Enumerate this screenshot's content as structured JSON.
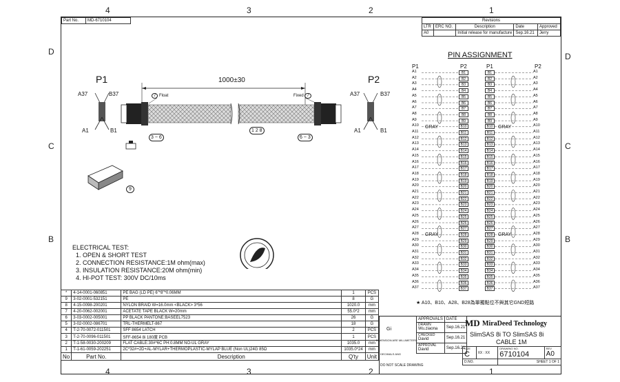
{
  "zones": {
    "top": [
      "4",
      "3",
      "2",
      "1"
    ],
    "bottom": [
      "4",
      "3",
      "2",
      "1"
    ],
    "left": [
      "D",
      "C",
      "B"
    ],
    "right": [
      "D",
      "C",
      "B"
    ]
  },
  "part_header": {
    "label": "Part No.",
    "value": "MD-6710104"
  },
  "revisions": {
    "title": "Revisions",
    "headers": [
      "LTR",
      "ERC NO.",
      "Description",
      "Date",
      "Approved"
    ],
    "row": [
      "A0",
      "",
      "Initial release for manufacture",
      "Sep.16.21",
      "Jerry"
    ]
  },
  "pin_assignment": {
    "title": "PIN ASSIGNMENT",
    "col_headers": [
      "P1",
      "P2",
      "P1",
      "P2"
    ],
    "left_p1": [
      "A1",
      "A2",
      "A3",
      "A4",
      "A5",
      "A6",
      "A7",
      "A8",
      "A9",
      "A10",
      "A11",
      "A12",
      "A13",
      "A14",
      "A15",
      "A16",
      "A17",
      "A18",
      "A19",
      "A20",
      "A21",
      "A22",
      "A23",
      "A24",
      "A25",
      "A26",
      "A27",
      "A28",
      "A29",
      "A30",
      "A31",
      "A32",
      "A33",
      "A34",
      "A35",
      "A36",
      "A37"
    ],
    "left_p2": [
      "B1",
      "B2",
      "B3",
      "B4",
      "B5",
      "B6",
      "B7",
      "B8",
      "B9",
      "B10",
      "B11",
      "B12",
      "B13",
      "B14",
      "B15",
      "B16",
      "B17",
      "B18",
      "B19",
      "B20",
      "B21",
      "B22",
      "B23",
      "B24",
      "B25",
      "B26",
      "B27",
      "B28",
      "B29",
      "B30",
      "B31",
      "B32",
      "B33",
      "B34",
      "B35",
      "B36",
      "B37"
    ],
    "right_p1": [
      "B1",
      "B2",
      "B3",
      "B4",
      "B5",
      "B6",
      "B7",
      "B8",
      "B9",
      "B10",
      "B11",
      "B12",
      "B13",
      "B14",
      "B15",
      "B16",
      "B17",
      "B18",
      "B19",
      "B20",
      "B21",
      "B22",
      "B23",
      "B24",
      "B25",
      "B26",
      "B27",
      "B28",
      "B29",
      "B30",
      "B31",
      "B32",
      "B33",
      "B34",
      "B35",
      "B36",
      "B37"
    ],
    "right_p2": [
      "A1",
      "A2",
      "A3",
      "A4",
      "A5",
      "A6",
      "A7",
      "A8",
      "A9",
      "A10",
      "A11",
      "A12",
      "A13",
      "A14",
      "A15",
      "A16",
      "A17",
      "A18",
      "A19",
      "A20",
      "A21",
      "A22",
      "A23",
      "A24",
      "A25",
      "A26",
      "A27",
      "A28",
      "A29",
      "A30",
      "A31",
      "A32",
      "A33",
      "A34",
      "A35",
      "A36",
      "A37"
    ],
    "gray_labels": [
      "GRAY",
      "GRAY",
      "GRAY",
      "GRAY"
    ],
    "note": "★ A10、B10、A28、B28為單獨點位不與其它GND短路"
  },
  "drawing": {
    "p1_label": "P1",
    "p2_label": "P2",
    "p1_top_left": "A37",
    "p1_top_right": "B37",
    "p1_bot_left": "A1",
    "p1_bot_right": "B1",
    "p2_top_left": "A37",
    "p2_top_right": "B37",
    "p2_bot_left": "A1",
    "p2_bot_right": "B1",
    "length": "1000±30",
    "callout_float": "Float",
    "callout_fixed": "Fixed",
    "balloon_7a": "7",
    "balloon_7b": "7",
    "balloon_36a": "3 ~ 6",
    "balloon_63": "6 ~ 3",
    "balloon_128": "1 2 8",
    "balloon_9": "9"
  },
  "electrical_test": {
    "title": "ELECTRICAL TEST:",
    "items": [
      "1. OPEN & SHORT TEST",
      "2. CONNECTION RESISTANCE:1M ohm(max)",
      "3. INSULATION RESISTANCE:20M ohm(min)",
      "4. HI-POT TEST: 300V DC/10ms"
    ]
  },
  "bom": {
    "headers": [
      "No",
      "Part No.",
      "Description",
      "Q'ty",
      "Unit"
    ],
    "rows": [
      [
        "*",
        "4-14-0001-060851",
        "PE BAG (LD PE) 6\"*8\"*0.06MM",
        "1",
        "PCS"
      ],
      [
        "9",
        "3-02-0001-532151",
        "PE",
        "8",
        "G"
      ],
      [
        "8",
        "4-15-0098-200201",
        "NYLON BRAID W=16.0mm <BLACK> 3*56",
        "1020.0",
        "mm"
      ],
      [
        "7",
        "4-20-0062-002001",
        "ACETATE TAPE BLACK W=20mm",
        "55.0*2",
        "mm"
      ],
      [
        "6",
        "3-03-0002-005001",
        "PP BLACK PANTONE:BASEEL7523",
        "26",
        "G"
      ],
      [
        "5",
        "3-02-0002-086701",
        "TRL-THERMELT-867",
        "18",
        "G"
      ],
      [
        "4",
        "T-2-70-0072-011501",
        "SFF 8654 LATCH",
        "2",
        "PCS"
      ],
      [
        "3",
        "T-2-70-0096-011501",
        "SFF-8654 8i 180度 PCB",
        "1",
        "PCS"
      ],
      [
        "2",
        "T-1-58-0030-200209",
        "FLAT CABLE:30#*6C PH:0.8MM NO-UL GRAY",
        "1035.0",
        "mm"
      ],
      [
        "1",
        "T-1-61-0059-202251",
        "2C*32#+2D+AL-MYLAR+THERMOPLASTIC-MYLAP BLUE (Non UL)24G 85Ω",
        "1035.0*24",
        "mm"
      ]
    ]
  },
  "title_block": {
    "gi": "Gi",
    "dimension_note": "DIMENSION ARE MILLIMETERS",
    "tol_note": "DECIMALS  ANG",
    "do_not_scale": "DO NOT SCALE DRAWING",
    "approvals": "APPROVALS",
    "date": "DATE",
    "drawn_label": "DRAWN",
    "drawn_name": "Wu.ziaona",
    "drawn_date": "Sep.16.21",
    "checked_label": "CHECKED",
    "checked_name": "David",
    "checked_date": "Sep.16.21",
    "approval_label": "APPROVAL",
    "approval_name": "David",
    "approval_date": "Sep.16.21",
    "logo": "MD",
    "company": "MiraDeed Technology",
    "title_line1": "SlimSAS 8i  TO  SlimSAS 8i",
    "title_line2": "CABLE  1M",
    "size_label": "SIZE",
    "size": "C",
    "fscm": "XX : XX",
    "drawing_no_label": "DRAWING NO.",
    "drawing_no": "6710104",
    "rev_label": "REV",
    "rev": "A0",
    "dno": "D.NO.",
    "sheet": "SHEET  1  OF  1"
  }
}
